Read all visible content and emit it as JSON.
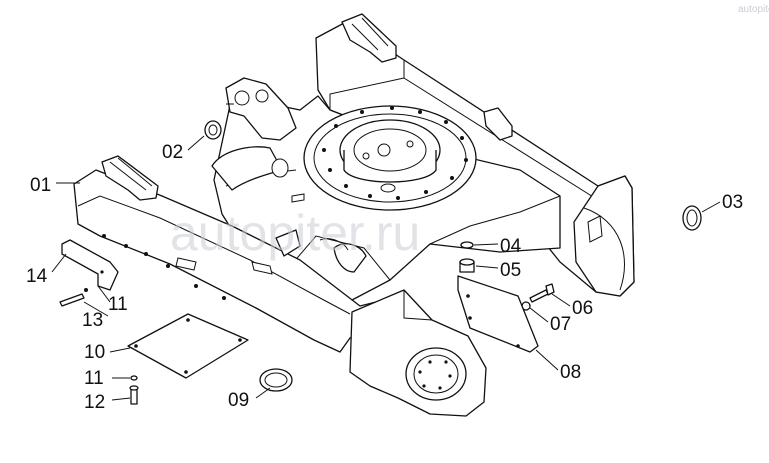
{
  "watermark": {
    "main": "autopiter.ru",
    "corner": "autopiter"
  },
  "callouts": [
    {
      "id": "01",
      "label": "01"
    },
    {
      "id": "02",
      "label": "02"
    },
    {
      "id": "03",
      "label": "03"
    },
    {
      "id": "04",
      "label": "04"
    },
    {
      "id": "05",
      "label": "05"
    },
    {
      "id": "06",
      "label": "06"
    },
    {
      "id": "07",
      "label": "07"
    },
    {
      "id": "08",
      "label": "08"
    },
    {
      "id": "09",
      "label": "09"
    },
    {
      "id": "10",
      "label": "10"
    },
    {
      "id": "11a",
      "label": "11"
    },
    {
      "id": "11b",
      "label": "11"
    },
    {
      "id": "12",
      "label": "12"
    },
    {
      "id": "13",
      "label": "13"
    },
    {
      "id": "14",
      "label": "14"
    }
  ]
}
